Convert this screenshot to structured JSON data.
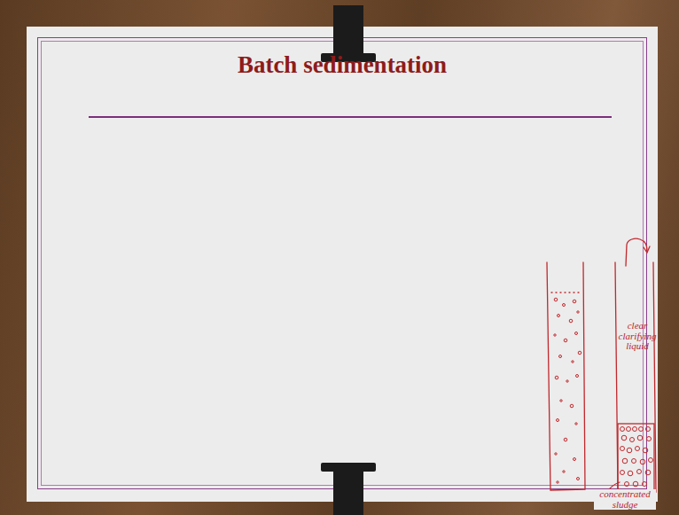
{
  "diagram": {
    "title": "Batch sedimentation",
    "labels": [
      "clear clarifying liquid",
      "concentrated sludge"
    ]
  }
}
